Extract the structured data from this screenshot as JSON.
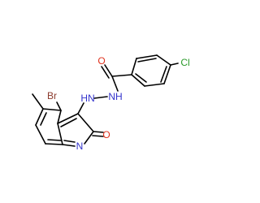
{
  "molecule": {
    "atom_labels": {
      "br": "Br",
      "o_ketone": "O",
      "n_ring": "N",
      "nh_1": "HN",
      "nh_2": "NH",
      "o_amide": "O",
      "cl": "Cl"
    },
    "colors": {
      "bond": "#000000",
      "carbon_text": "#000000",
      "nitrogen": "#3333cc",
      "oxygen": "#e0321e",
      "bromine": "#8b3a2c",
      "chlorine": "#2a9a2a"
    }
  }
}
